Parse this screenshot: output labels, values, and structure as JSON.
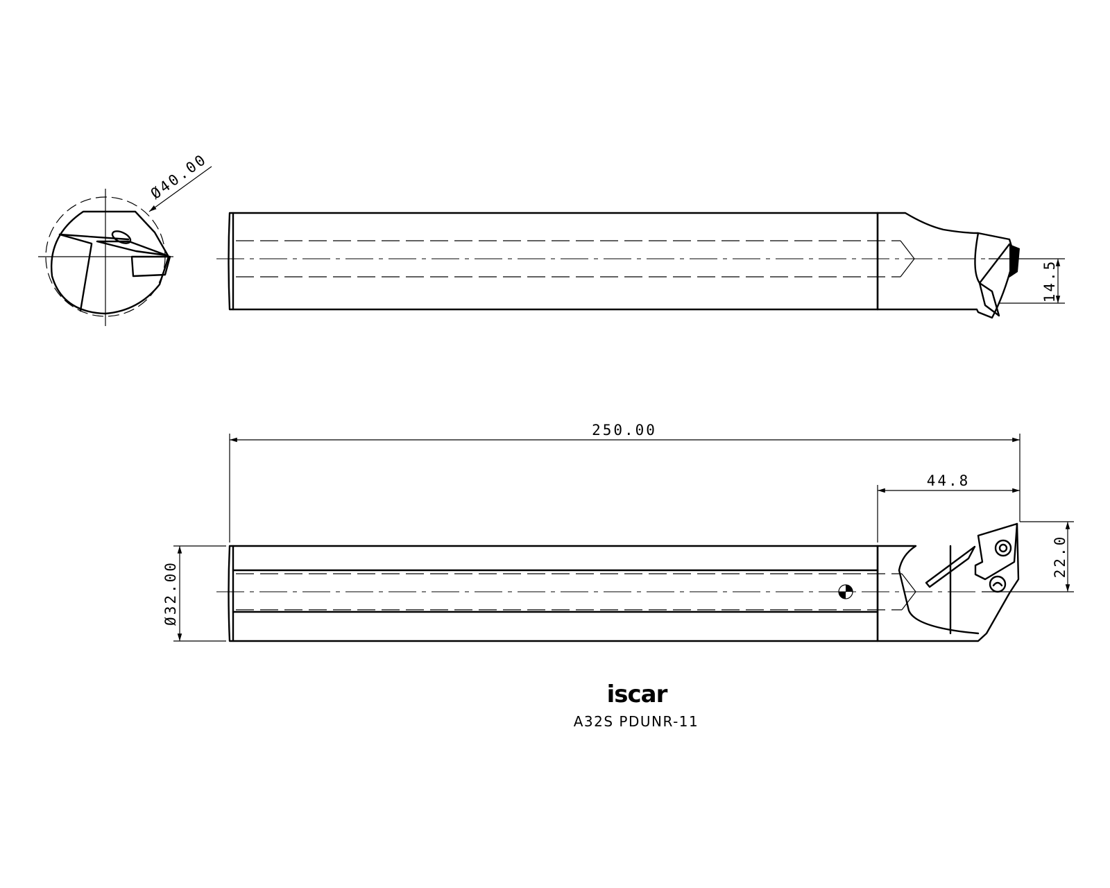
{
  "dimensions": {
    "head_diameter": "Ø40.00",
    "overall_length": "250.00",
    "head_length": "44.8",
    "offset_width": "22.0",
    "shank_diameter": "Ø32.00",
    "cutting_height": "14.5"
  },
  "title_block": {
    "brand": "iscar",
    "part_number": "A32S PDUNR-11"
  }
}
